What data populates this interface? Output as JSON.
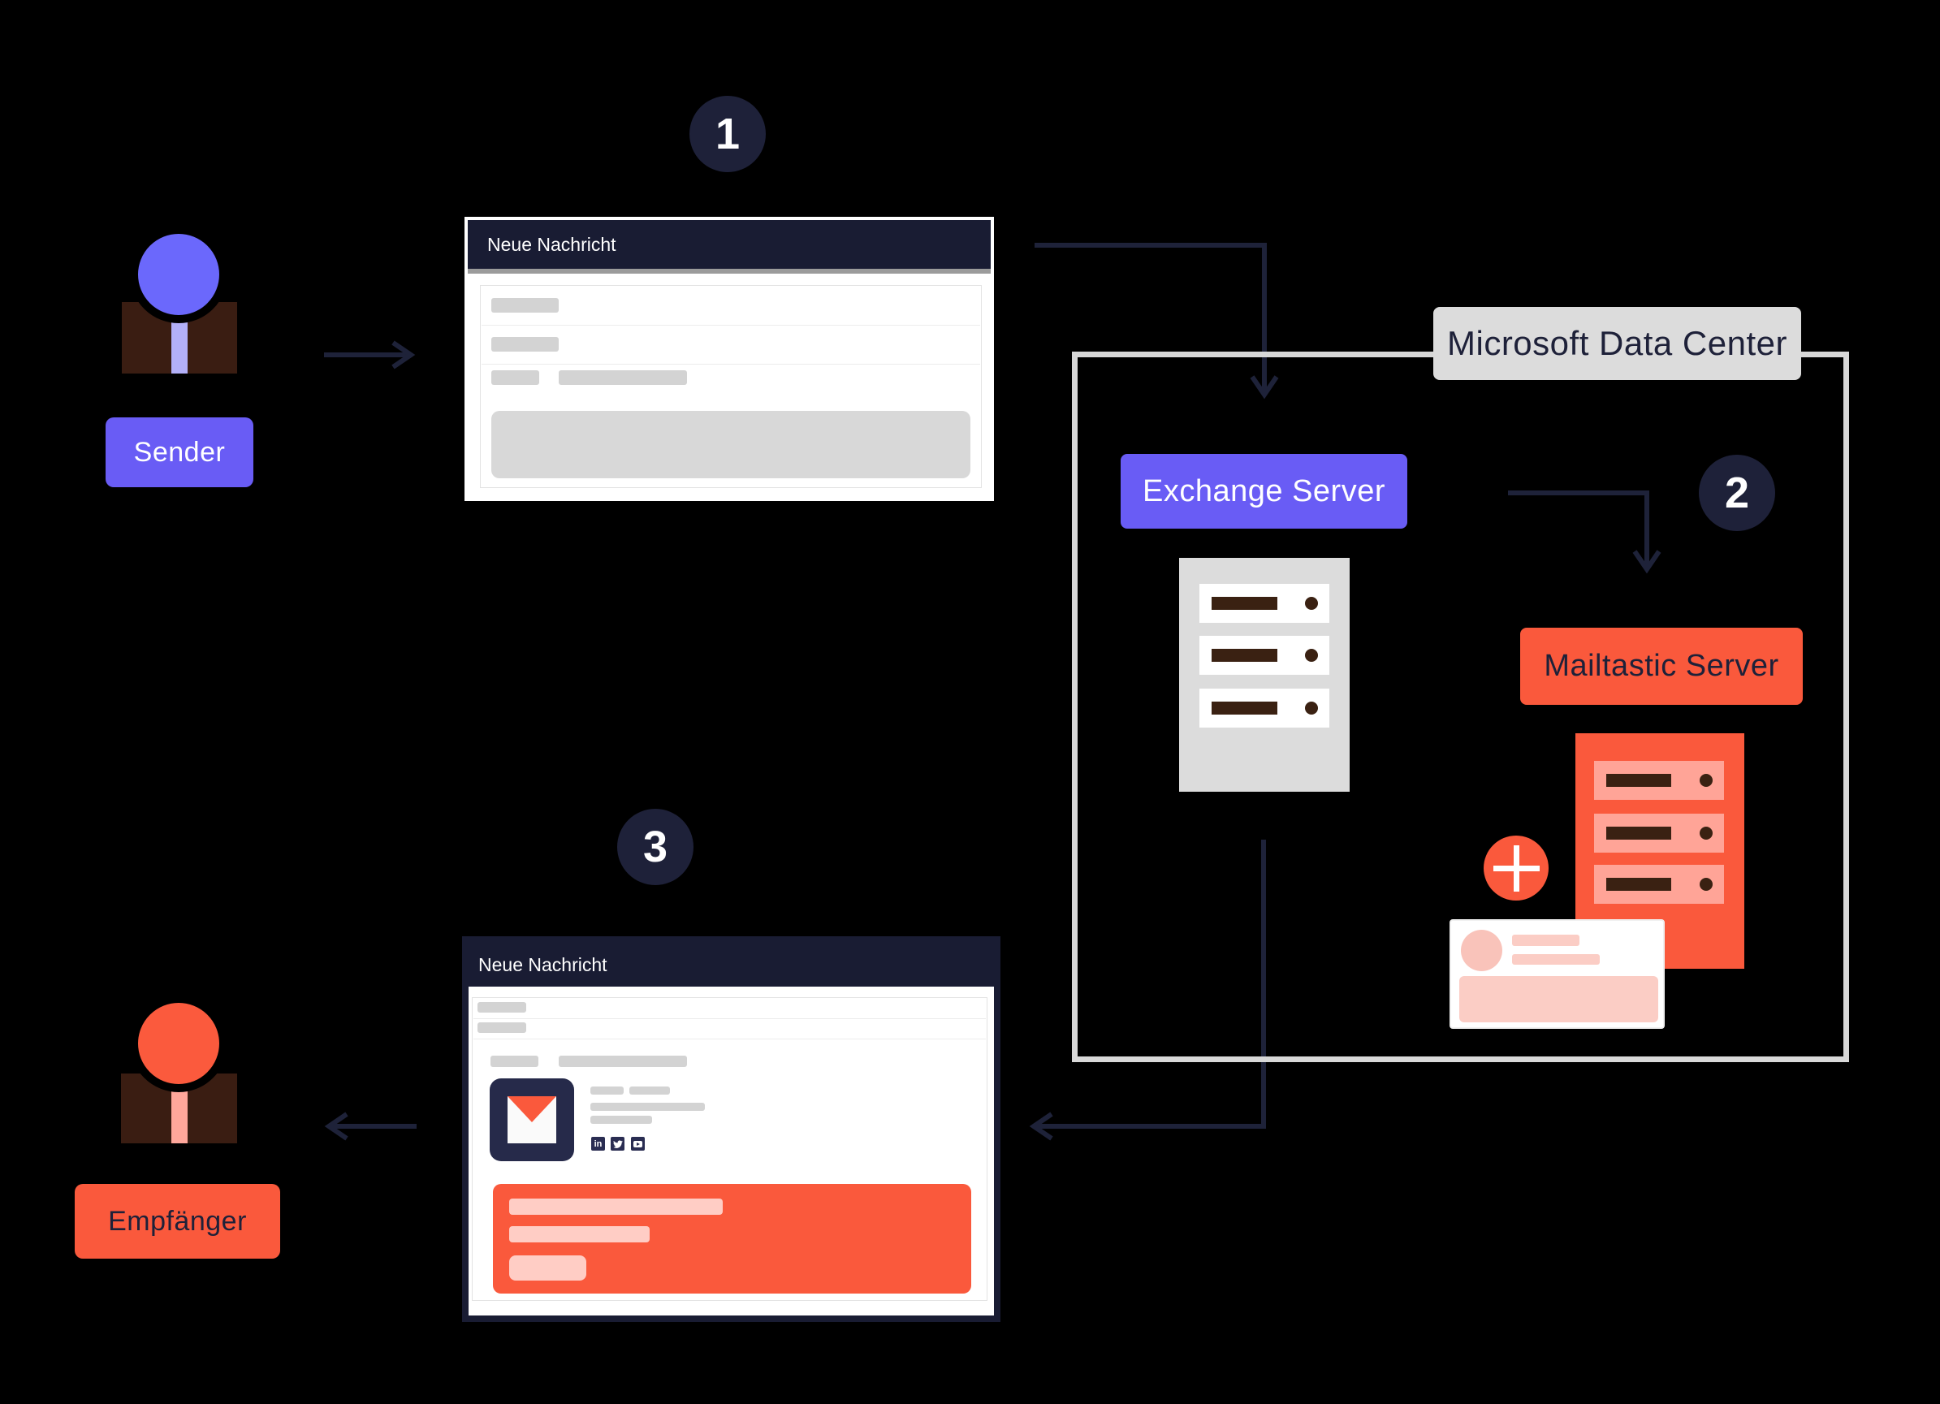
{
  "diagram": {
    "background": "#000000",
    "steps": {
      "one": "1",
      "two": "2",
      "three": "3"
    },
    "sender": {
      "label": "Sender"
    },
    "receiver": {
      "label": "Empfänger"
    },
    "window1": {
      "title": "Neue Nachricht"
    },
    "window2": {
      "title": "Neue Nachricht"
    },
    "datacenter": {
      "label": "Microsoft Data Center"
    },
    "exchange_server": {
      "label": "Exchange Server"
    },
    "mailtastic_server": {
      "label": "Mailtastic Server"
    },
    "signature": {
      "social_icons": [
        "linkedin-icon",
        "twitter-icon",
        "youtube-icon"
      ],
      "linkedin_glyph": "in"
    },
    "colors": {
      "navy": "#1E2139",
      "header_navy": "#191C33",
      "logo_navy": "#262A4A",
      "purple": "#695CF5",
      "head_purple": "#6B68FC",
      "tie_purple": "#B3B0F8",
      "orange": "#FA593C",
      "row_pink": "#FFA497",
      "light_pink": "#FFCDC5",
      "body_brown": "#3A1D12",
      "bar_brown": "#3A2112",
      "gray_light": "#DCDCDC",
      "box_border_gray": "#D8D8D8"
    }
  }
}
